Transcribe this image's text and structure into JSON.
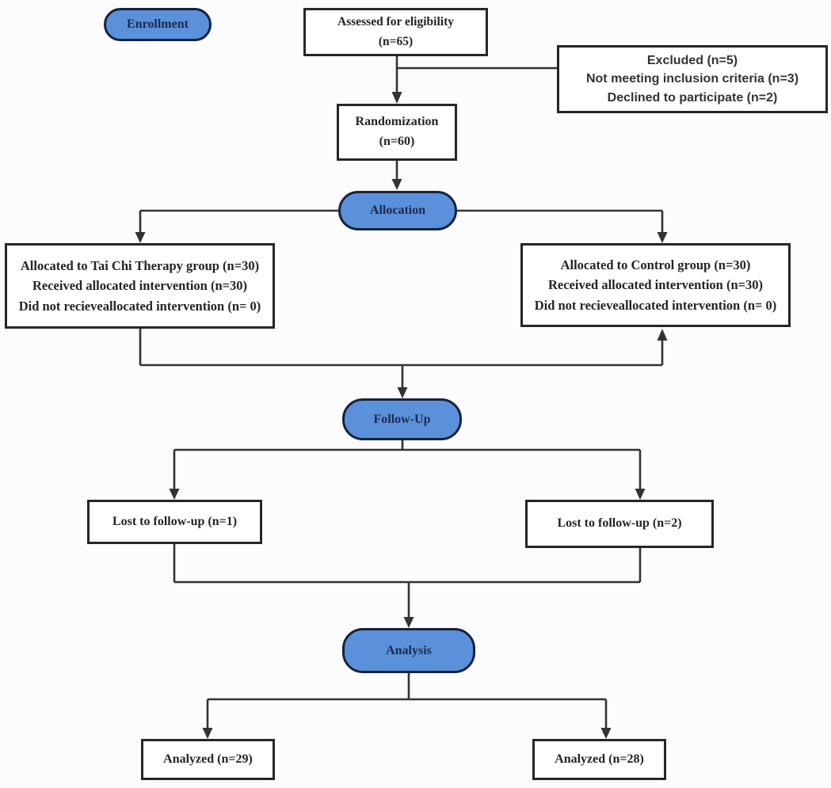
{
  "colors": {
    "accent": "#5b90da",
    "pill_border": "#16233e",
    "pill_text": "#1c2b4e",
    "box_border": "#262626",
    "text": "#242424",
    "line": "#333333",
    "bg": "#fcfcfc"
  },
  "stages": {
    "enrollment": "Enrollment",
    "allocation": "Allocation",
    "followup": "Follow-Up",
    "analysis": "Analysis"
  },
  "boxes": {
    "assessed": {
      "lines": [
        "Assessed for eligibility",
        "(n=65)"
      ]
    },
    "excluded": {
      "lines": [
        "Excluded (n=5)",
        "Not meeting inclusion criteria (n=3)",
        "Declined to participate (n=2)"
      ]
    },
    "randomization": {
      "lines": [
        "Randomization",
        "(n=60)"
      ]
    },
    "allocated_taichi": {
      "lines": [
        "Allocated to Tai Chi Therapy group (n=30)",
        "Received allocated intervention (n=30)",
        "Did not recieveallocated intervention (n= 0)"
      ]
    },
    "allocated_control": {
      "lines": [
        "Allocated to Control group (n=30)",
        "Received allocated intervention (n=30)",
        "Did not recieveallocated intervention (n= 0)"
      ]
    },
    "lost_left": {
      "lines": [
        "Lost to follow-up (n=1)"
      ]
    },
    "lost_right": {
      "lines": [
        "Lost to follow-up (n=2)"
      ]
    },
    "analyzed_left": {
      "lines": [
        "Analyzed (n=29)"
      ]
    },
    "analyzed_right": {
      "lines": [
        "Analyzed (n=28)"
      ]
    }
  }
}
